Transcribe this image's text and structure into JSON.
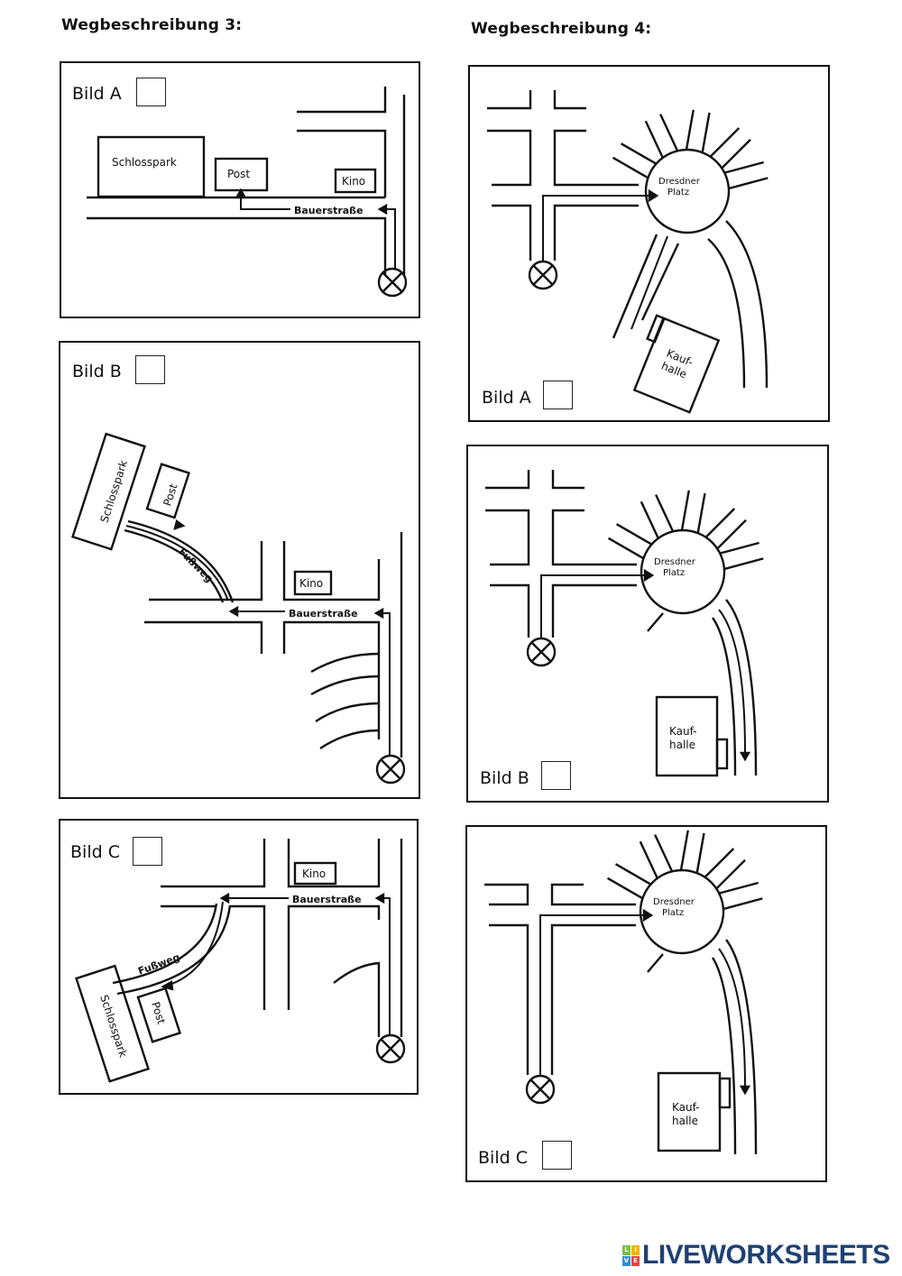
{
  "headings": {
    "left": "Wegbeschreibung 3:",
    "right": "Wegbeschreibung 4:"
  },
  "set3": {
    "bild_a": "Bild A",
    "bild_b": "Bild B",
    "bild_c": "Bild C",
    "schlosspark": "Schlosspark",
    "post": "Post",
    "kino": "Kino",
    "bauerstrasse": "Bauerstraße",
    "fussweg": "Fußweg"
  },
  "set4": {
    "bild_a": "Bild A",
    "bild_b": "Bild B",
    "bild_c": "Bild C",
    "dresdner": "Dresdner",
    "platz": "Platz",
    "kauf": "Kauf-",
    "halle": "halle"
  },
  "logo": {
    "text": "LIVEWORKSHEETS",
    "tiles": [
      "L",
      "I",
      "V",
      "E"
    ],
    "colors": {
      "text": "#1e4173",
      "l": "#7cc04b",
      "i": "#f5b400",
      "v": "#2f8fd8",
      "e": "#e8413c"
    }
  }
}
